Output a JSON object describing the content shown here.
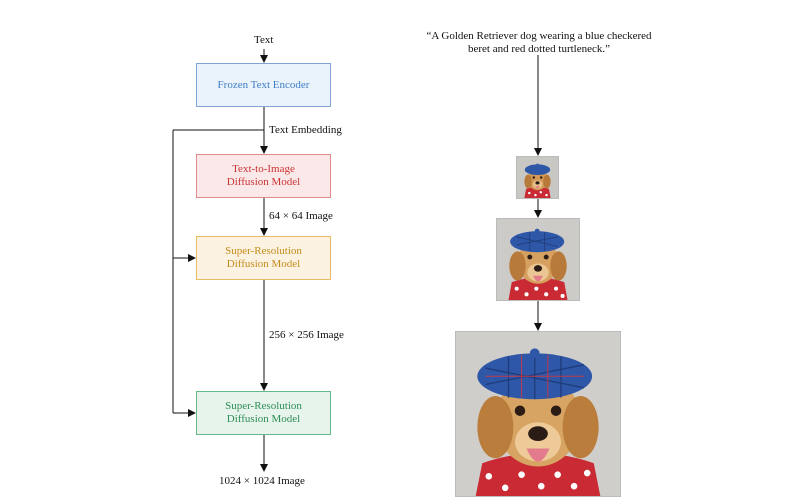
{
  "left_diagram": {
    "text_input_label": "Text",
    "encoder": "Frozen Text Encoder",
    "embedding_label": "Text Embedding",
    "t2i_line1": "Text-to-Image",
    "t2i_line2": "Diffusion Model",
    "out1_label": "64 × 64 Image",
    "sr1_line1": "Super-Resolution",
    "sr1_line2": "Diffusion Model",
    "out2_label": "256 × 256 Image",
    "sr2_line1": "Super-Resolution",
    "sr2_line2": "Diffusion Model",
    "out3_label": "1024 × 1024 Image"
  },
  "right_panel": {
    "prompt": "“A Golden Retriever dog wearing a blue checkered beret and red dotted turtleneck.”"
  },
  "colors": {
    "encoder": "#3f7fc5",
    "t2i": "#c93434",
    "sr1": "#c48c1a",
    "sr2": "#2f8d57"
  }
}
